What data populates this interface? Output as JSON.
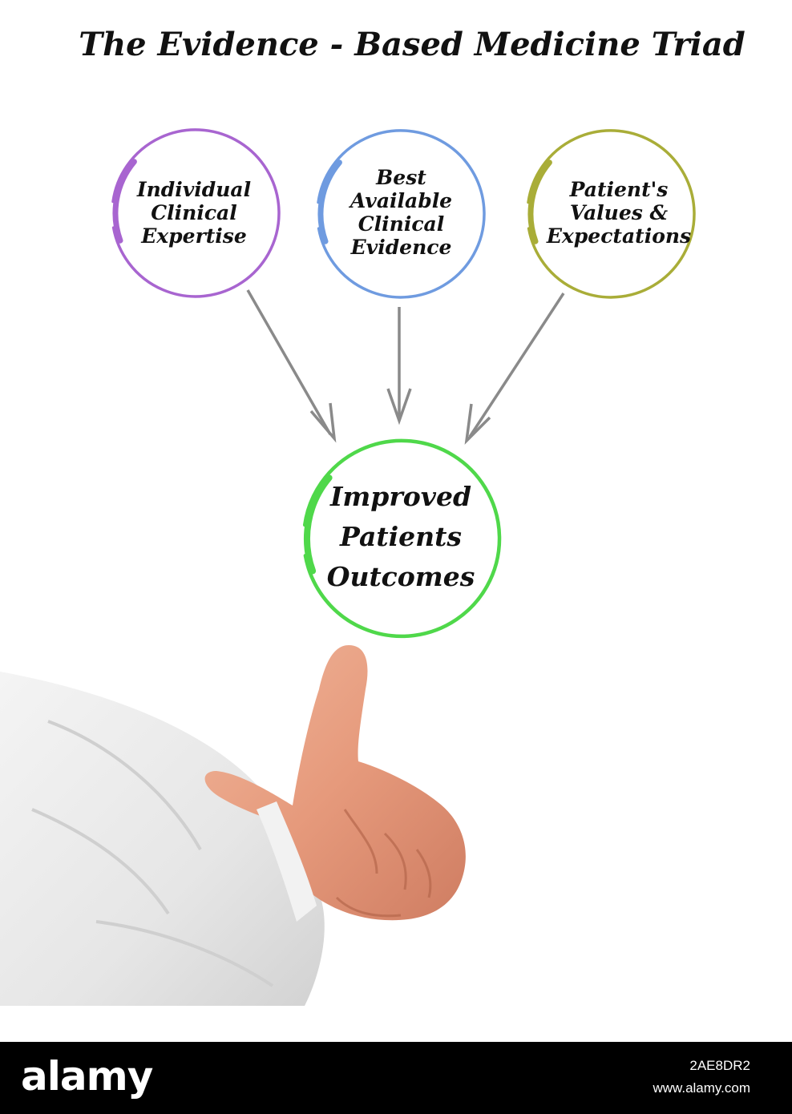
{
  "title": "The Evidence - Based Medicine Triad",
  "inputs": [
    {
      "lines": [
        "Individual",
        "Clinical",
        "Expertise"
      ],
      "color": "#a865d0"
    },
    {
      "lines": [
        "Best",
        "Available",
        "Clinical",
        "Evidence"
      ],
      "color": "#6f9be0"
    },
    {
      "lines": [
        "Patient's",
        "Values &",
        "Expectations"
      ],
      "color": "#a9ad38"
    }
  ],
  "outcome": {
    "lines": [
      "Improved",
      "Patients",
      "Outcomes"
    ],
    "color": "#4fd84a"
  },
  "arrow_color": "#8a8a8a",
  "footer": {
    "logo": "alamy",
    "image_id": "2AE8DR2",
    "url": "www.alamy.com"
  }
}
